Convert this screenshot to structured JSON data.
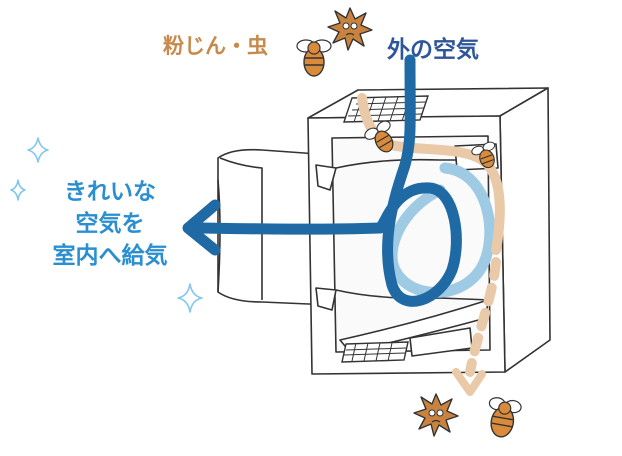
{
  "labels": {
    "dust_insects": "粉じん・虫",
    "outside_air": "外の空気",
    "clean_air_lines": [
      "きれいな",
      "空気を",
      "室内へ給気"
    ]
  },
  "colors": {
    "dust_orange": "#c8894a",
    "dust_path": "#eac9a8",
    "outside_blue": "#1f6aa5",
    "outside_blue_dark": "#2d5599",
    "light_blue": "#9ecbe3",
    "clean_blue": "#2a8fd0",
    "sparkle": "#7fc8ea",
    "line": "#333333",
    "bee_body": "#d98a3a",
    "dust_spiky": "#c9833f"
  },
  "icons": [
    "dust-particle-icon",
    "bee-icon",
    "sparkle-icon",
    "arrow-icon"
  ]
}
